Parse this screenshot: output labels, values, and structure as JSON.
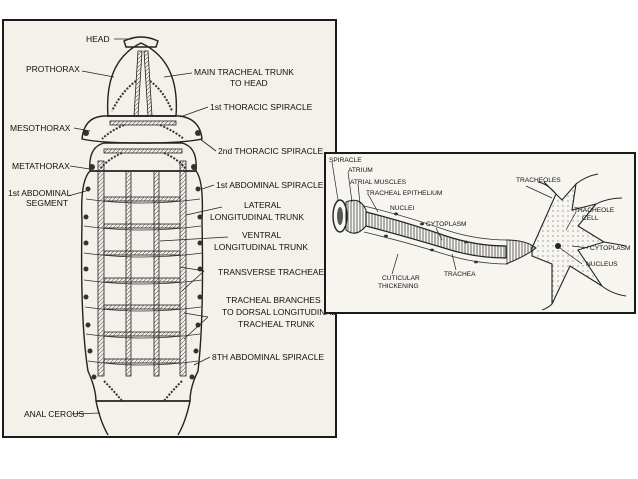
{
  "left_diagram": {
    "labels": {
      "head": "HEAD",
      "prothorax": "PROTHORAX",
      "main_trunk": "MAIN TRACHEAL TRUNK",
      "main_trunk_2": "TO HEAD",
      "thoracic_spiracle_1": "1st THORACIC SPIRACLE",
      "mesothorax": "MESOTHORAX",
      "thoracic_spiracle_2": "2nd THORACIC SPIRACLE",
      "metathorax": "METATHORAX",
      "abdominal_spiracle_1": "1st ABDOMINAL SPIRACLE",
      "abdominal_segment_1": "1st ABDOMINAL",
      "abdominal_segment_2": "SEGMENT",
      "lateral_trunk_1": "LATERAL",
      "lateral_trunk_2": "LONGITUDINAL TRUNK",
      "ventral_trunk_1": "VENTRAL",
      "ventral_trunk_2": "LONGITUDINAL TRUNK",
      "transverse": "TRANSVERSE TRACHEAE",
      "branches_1": "TRACHEAL BRANCHES",
      "branches_2": "TO DORSAL LONGITUDINAL",
      "branches_3": "TRACHEAL TRUNK",
      "abdominal_spiracle_8": "8TH ABDOMINAL SPIRACLE",
      "anal_cercus": "ANAL CERCUS"
    }
  },
  "right_diagram": {
    "labels": {
      "spiracle": "SPIRACLE",
      "atrium": "ATRIUM",
      "atrial_muscles": "ATRIAL MUSCLES",
      "tracheal_epithelium": "TRACHEAL EPITHELIUM",
      "nuclei": "NUCLEI",
      "cytoplasm": "CYTOPLASM",
      "tracheoles": "TRACHEOLES",
      "tracheole_cell_1": "TRACHEOLE",
      "tracheole_cell_2": "CELL",
      "cytoplasm_2": "CYTOPLASM",
      "nucleus": "NUCLEUS",
      "trachea": "TRACHEA",
      "cuticular_1": "CUTICULAR",
      "cuticular_2": "THICKENING"
    }
  }
}
